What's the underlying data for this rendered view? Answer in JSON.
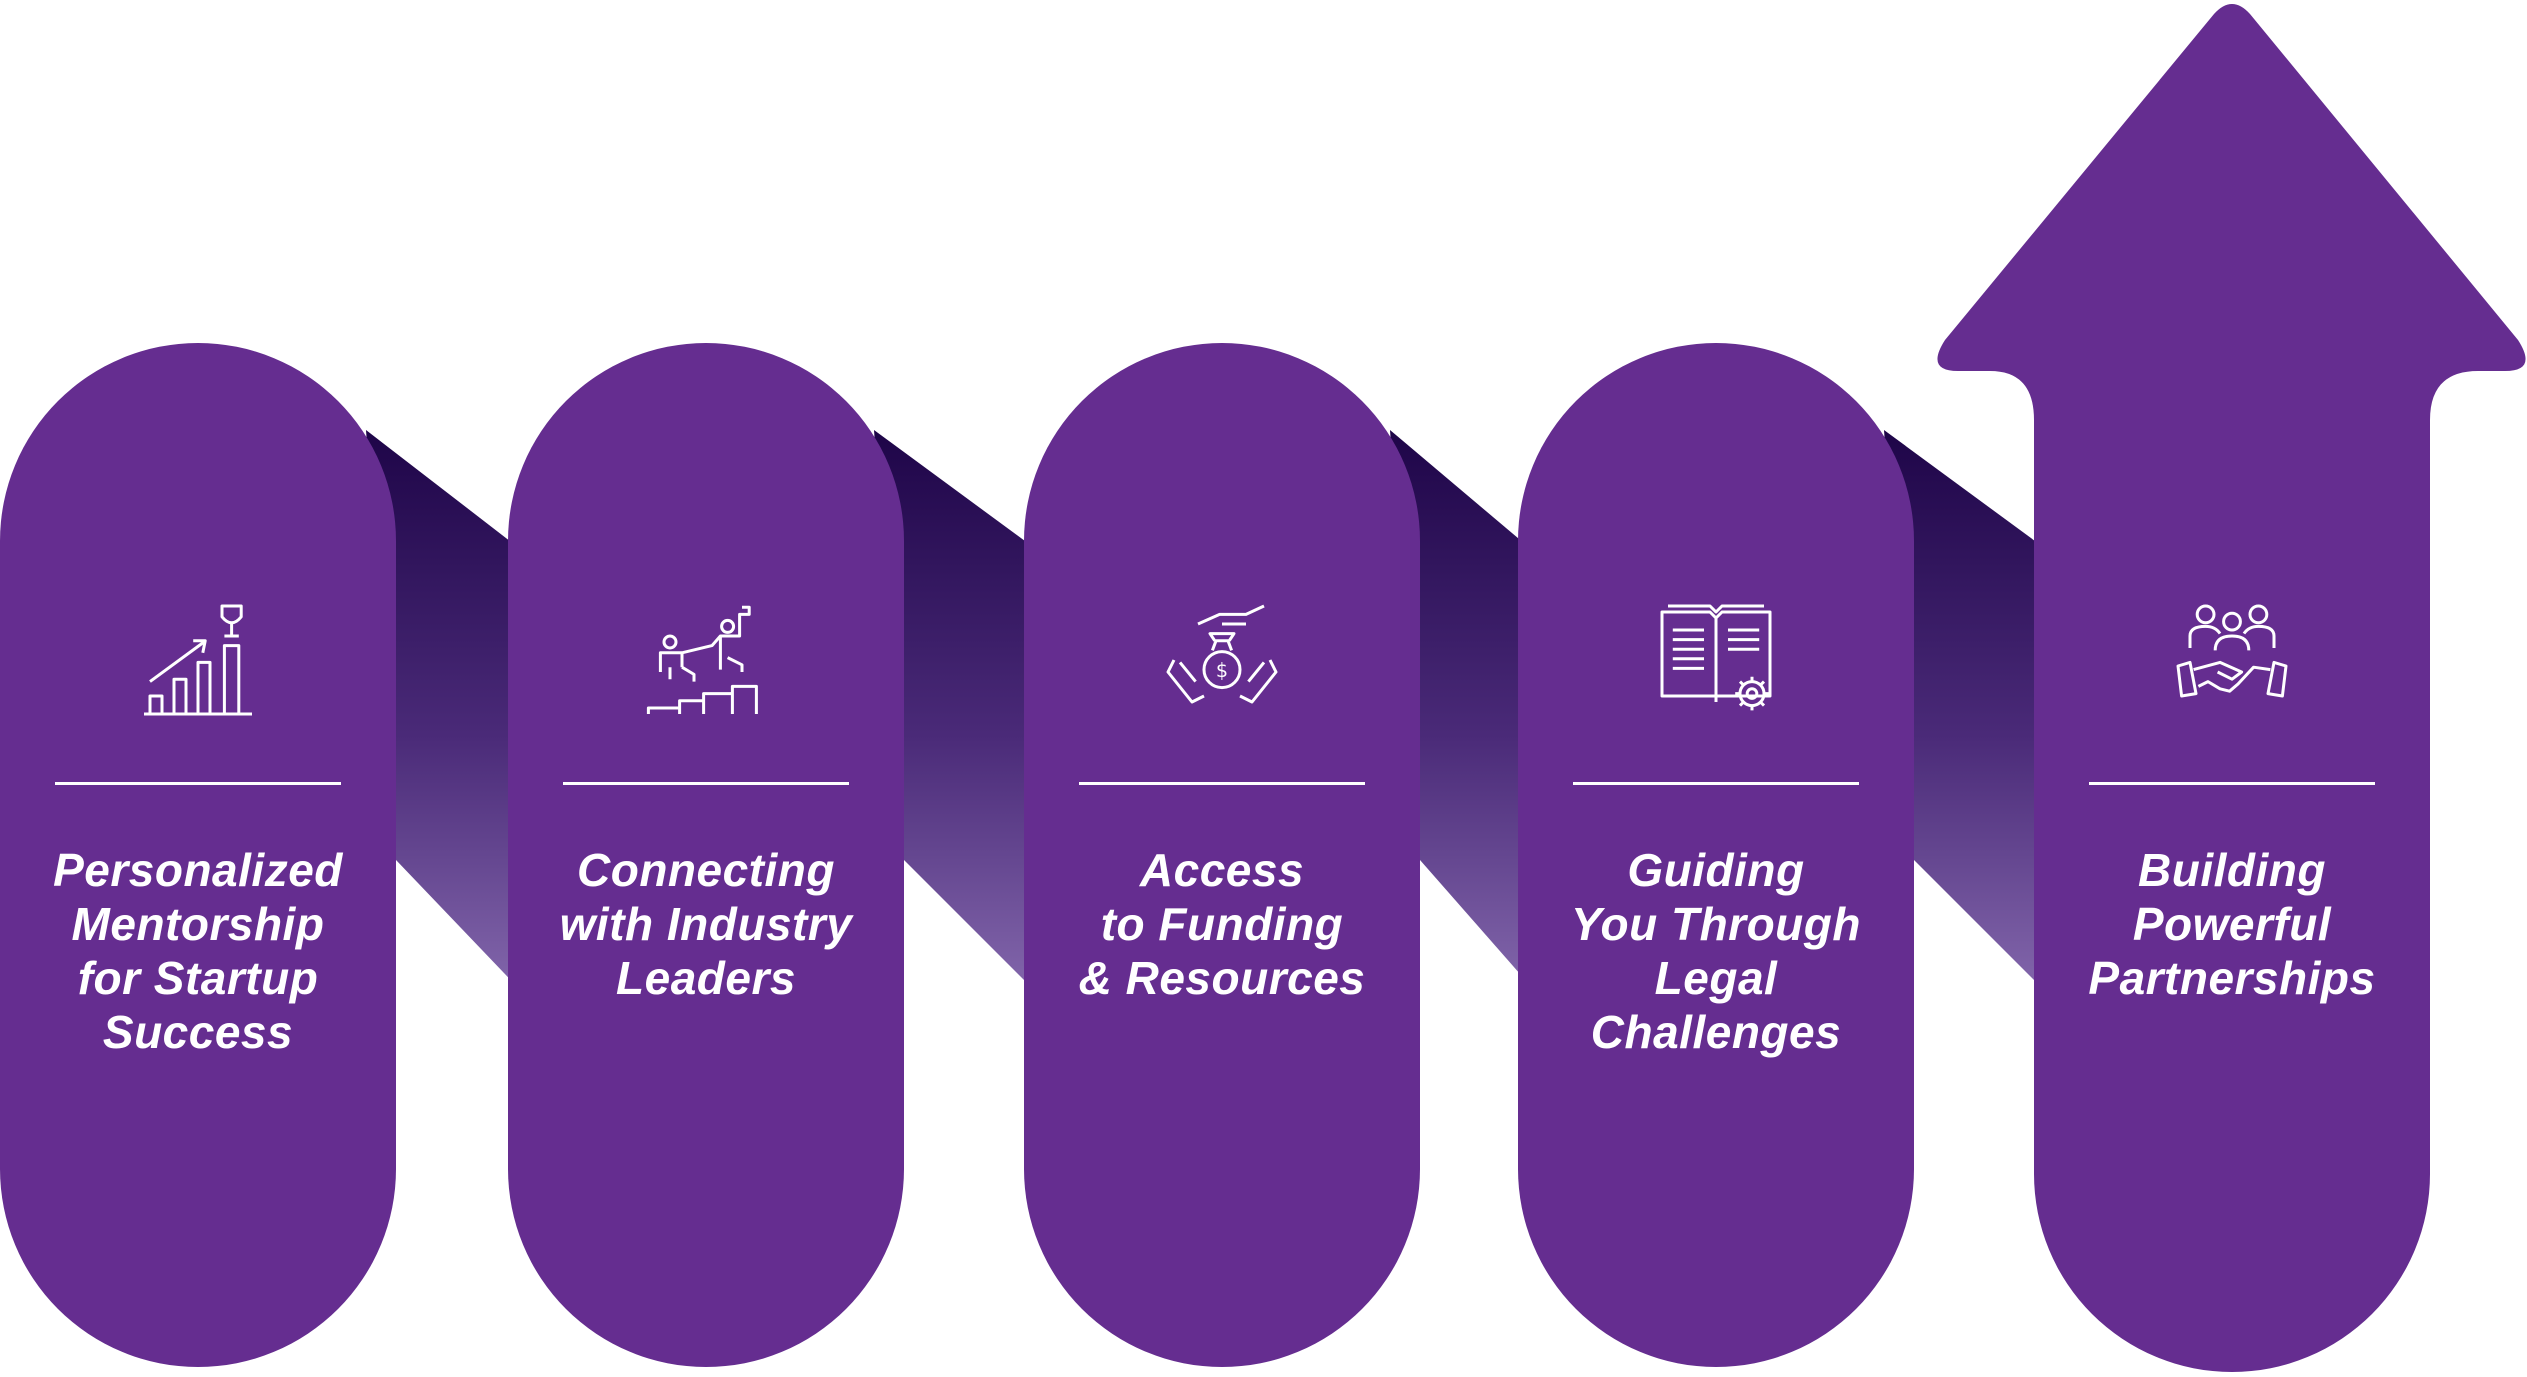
{
  "colors": {
    "pill": "#652d90",
    "connector_top": "#22074d",
    "connector_bottom": "#8b70b3",
    "text": "#ffffff"
  },
  "steps": [
    {
      "icon": "growth-chart-trophy-icon",
      "lines": [
        "Personalized",
        "Mentorship",
        "for Startup",
        "Success"
      ]
    },
    {
      "icon": "mentor-helping-climb-icon",
      "lines": [
        "Connecting",
        "with Industry",
        "Leaders"
      ]
    },
    {
      "icon": "hands-money-bag-icon",
      "lines": [
        "Access",
        "to Funding",
        "& Resources"
      ]
    },
    {
      "icon": "book-gear-icon",
      "lines": [
        "Guiding",
        "You Through",
        "Legal",
        "Challenges"
      ]
    },
    {
      "icon": "team-handshake-icon",
      "lines": [
        "Building",
        "Powerful",
        "Partnerships"
      ]
    }
  ]
}
